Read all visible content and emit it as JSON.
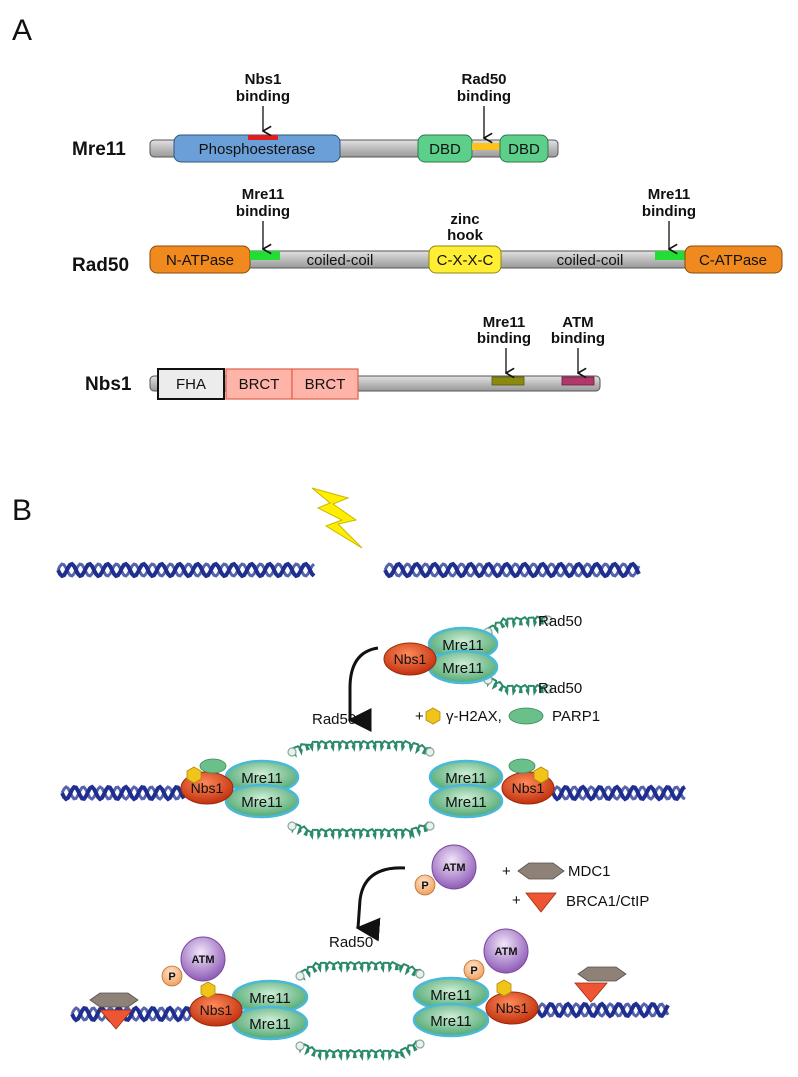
{
  "panels": {
    "a": "A",
    "b": "B"
  },
  "proteins": {
    "mre11": {
      "name": "Mre11",
      "domains": {
        "phospho": "Phosphoesterase",
        "dbd1": "DBD",
        "dbd2": "DBD"
      },
      "annotations": {
        "nbs1_l1": "Nbs1",
        "nbs1_l2": "binding",
        "rad50_l1": "Rad50",
        "rad50_l2": "binding"
      }
    },
    "rad50": {
      "name": "Rad50",
      "domains": {
        "natpase": "N-ATPase",
        "coil1": "coiled-coil",
        "hook": "C-X-X-C",
        "coil2": "coiled-coil",
        "catpase": "C-ATPase"
      },
      "annotations": {
        "mre_left_l1": "Mre11",
        "mre_left_l2": "binding",
        "zinc_l1": "zinc",
        "zinc_l2": "hook",
        "mre_right_l1": "Mre11",
        "mre_right_l2": "binding"
      }
    },
    "nbs1": {
      "name": "Nbs1",
      "domains": {
        "fha": "FHA",
        "brct1": "BRCT",
        "brct2": "BRCT"
      },
      "annotations": {
        "mre_l1": "Mre11",
        "mre_l2": "binding",
        "atm_l1": "ATM",
        "atm_l2": "binding"
      }
    }
  },
  "panel_b": {
    "complex": {
      "nbs1": "Nbs1",
      "mre11_a": "Mre11",
      "mre11_b": "Mre11",
      "rad50_top": "Rad50",
      "rad50_bottom": "Rad50"
    },
    "step1": {
      "plus": "+",
      "h2ax": "γ-H2AX,",
      "parp1": "PARP1"
    },
    "rad50_mid": "Rad50",
    "bridged1": {
      "left_nbs1": "Nbs1",
      "left_mre11_top": "Mre11",
      "left_mre11_bottom": "Mre11",
      "right_mre11_top": "Mre11",
      "right_mre11_bottom": "Mre11",
      "right_nbs1": "Nbs1"
    },
    "step2": {
      "p": "P",
      "atm": "ATM",
      "plus1": "+",
      "mdc1": "MDC1",
      "plus2": "+",
      "brca": "BRCA1/CtIP"
    },
    "rad50_low": "Rad50",
    "bridged2": {
      "left_p": "P",
      "left_atm": "ATM",
      "left_nbs1": "Nbs1",
      "left_mre11_top": "Mre11",
      "left_mre11_bottom": "Mre11",
      "right_mre11_top": "Mre11",
      "right_mre11_bottom": "Mre11",
      "right_nbs1": "Nbs1",
      "right_p": "P",
      "right_atm": "ATM"
    }
  },
  "colors": {
    "backbone": "#bdbdbd",
    "phosphoesterase": "#6a9fd8",
    "dbd": "#5ccf8a",
    "atpase": "#f08a1e",
    "hook": "#ffee33",
    "nbs_binding_site": "#e02020",
    "rad50_binding_site": "#ffc21a",
    "mre_binding_site": "#22dd33",
    "fha": "#ececec",
    "brct": "#ffb4aa",
    "nbs1_mre_site": "#8a8a10",
    "atm_site": "#b0386a",
    "dna": "#1f2f8f",
    "coil": "#2a8a6a",
    "mre11_oval": "#7ccf9a",
    "nbs1_oval": "#e0502a",
    "atm_oval": "#b08ad0",
    "p_circle": "#f7c595",
    "h2ax": "#f0c419",
    "parp1": "#6bbf8b",
    "mdc1": "#8e8178",
    "brca1": "#ee5533",
    "lightning": "#ffee00"
  }
}
